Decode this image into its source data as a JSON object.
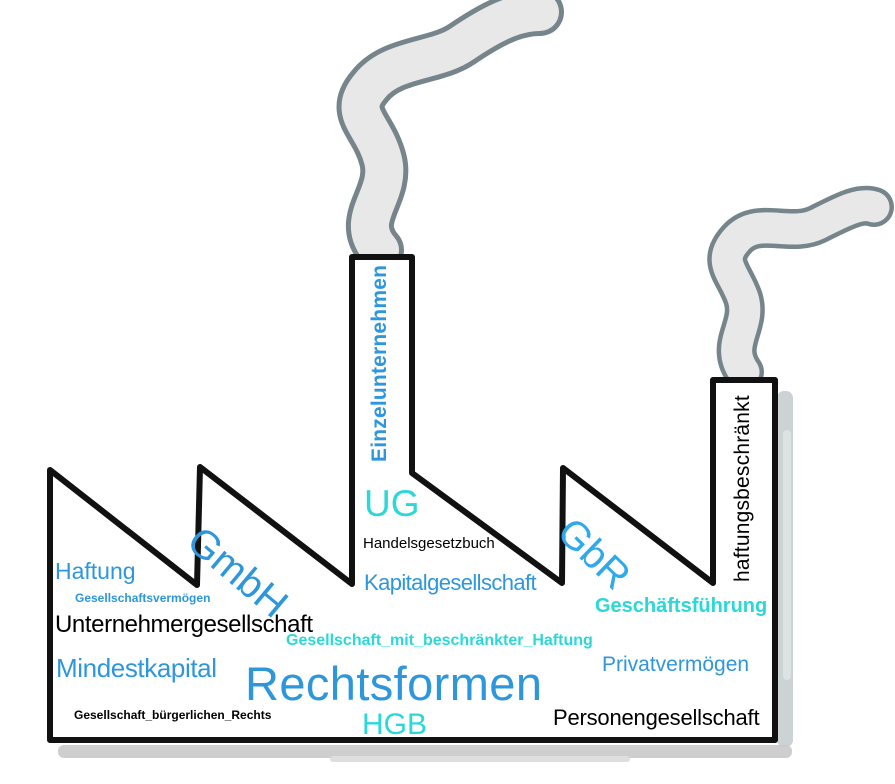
{
  "illustration": {
    "type": "word-cloud",
    "shape": "hand-drawn factory with sawtooth roof and two smoking chimneys",
    "main_term": "Rechtsformen"
  },
  "colors": {
    "blue": "#2E97DC",
    "azure": "#2EA9EC",
    "turquoise": "#2BD8D8",
    "black": "#000000",
    "factory_outline": "#111111",
    "smoke_outline": "#76858C",
    "smoke_fill": "#E8E8E8",
    "shadow_gray": "#C9CFD1"
  },
  "words": [
    {
      "text": "Einzelunternehmen",
      "color": "#2E97DC",
      "orientation": "vertical",
      "location": "left-chimney"
    },
    {
      "text": "UG",
      "color": "#2BD8D8",
      "orientation": "horizontal"
    },
    {
      "text": "Handelsgesetzbuch",
      "color": "#000000",
      "orientation": "horizontal"
    },
    {
      "text": "Kapitalgesellschaft",
      "color": "#2E97DC",
      "orientation": "horizontal"
    },
    {
      "text": "GmbH",
      "color": "#2E97DC",
      "orientation": "diagonal"
    },
    {
      "text": "Haftung",
      "color": "#2E97DC",
      "orientation": "horizontal"
    },
    {
      "text": "Gesellschaftsvermögen",
      "color": "#2E97DC",
      "orientation": "horizontal"
    },
    {
      "text": "Unternehmergesellschaft",
      "color": "#000000",
      "orientation": "horizontal"
    },
    {
      "text": "GbR",
      "color": "#2EA9EC",
      "orientation": "diagonal"
    },
    {
      "text": "Geschäftsführung",
      "color": "#2BD8D8",
      "orientation": "horizontal"
    },
    {
      "text": "haftungsbeschränkt",
      "color": "#000000",
      "orientation": "vertical",
      "location": "right-chimney"
    },
    {
      "text": "Gesellschaft_mit_beschränkter_Haftung",
      "color": "#2BD8D8",
      "orientation": "horizontal"
    },
    {
      "text": "Mindestkapital",
      "color": "#2E97DC",
      "orientation": "horizontal"
    },
    {
      "text": "Privatvermögen",
      "color": "#2E97DC",
      "orientation": "horizontal"
    },
    {
      "text": "Rechtsformen",
      "color": "#2E97DC",
      "orientation": "horizontal"
    },
    {
      "text": "Gesellschaft_bürgerlichen_Rechts",
      "color": "#000000",
      "orientation": "horizontal"
    },
    {
      "text": "HGB",
      "color": "#2BD8D8",
      "orientation": "horizontal"
    },
    {
      "text": "Personengesellschaft",
      "color": "#000000",
      "orientation": "horizontal"
    }
  ]
}
